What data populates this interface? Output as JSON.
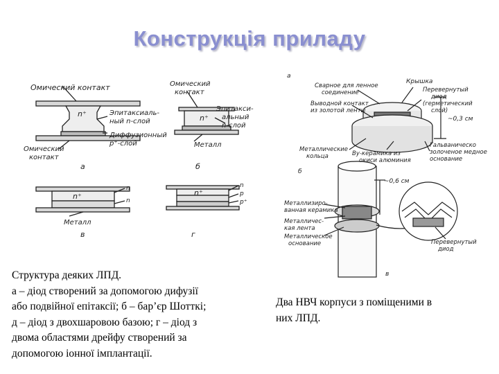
{
  "slide": {
    "title": "Конструкція приладу"
  },
  "left_figure": {
    "panel_a": {
      "label_ohmic_top": "Омический контакт",
      "label_n_plus": "n⁺",
      "label_epitaxial": [
        "Эпитаксиаль-",
        "ный n-слой"
      ],
      "label_diffusion": [
        "Диффузионный",
        "p⁺-слой"
      ],
      "label_ohmic_bottom": [
        "Омический",
        "контакт"
      ],
      "panel_letter": "a"
    },
    "panel_b": {
      "label_ohmic": [
        "Омический",
        "контакт"
      ],
      "label_n_plus": "n⁺",
      "label_epitaxial": [
        "Эпитакси-",
        "альный",
        "n-слой"
      ],
      "label_metal": "Металл",
      "panel_letter": "б"
    },
    "panel_c": {
      "label_n_plus": "n⁺",
      "label_n": "n",
      "label_metal": "Металл",
      "panel_letter": "в"
    },
    "panel_d": {
      "label_n_plus": "n⁺",
      "label_n": "n",
      "label_p": "p",
      "label_p_plus": "p⁺",
      "panel_letter": "г"
    }
  },
  "right_figure": {
    "top": {
      "panel_letter": "а",
      "label_lid": "Крышка",
      "label_weld": [
        "Сварное для ленное",
        "соединение"
      ],
      "label_lead": [
        "Выводной контакт",
        "из золотой ленты"
      ],
      "label_inverted": [
        "Перевернутый",
        "диод",
        "(гермети­ческий",
        "слой)"
      ],
      "label_dim": "~0,3 см",
      "label_metal_rings": [
        "Металлические",
        "кольца"
      ],
      "label_ceramic": [
        "Ву-керамика из",
        "окиси алюминия"
      ],
      "label_galvanic": [
        "Гальваническо",
        "золоченое медное",
        "основание"
      ]
    },
    "bottom": {
      "panel_letter": "б",
      "label_dim": "~0,6 см",
      "label_metallized": [
        "Металлизиро-",
        "ванная керамика"
      ],
      "label_metal_tape": [
        "Металличес-",
        "кая лента"
      ],
      "label_metal_base": [
        "Металлическое",
        "основание"
      ],
      "label_inverted": [
        "Перевернутый",
        "диод"
      ],
      "panel_letter_bottom": "в"
    }
  },
  "captions": {
    "left": [
      "Структура деяких ЛПД.",
      "а – діод створений за допомогою дифузії",
      "або подвійної епітаксії; б – бар’єр Шотткі;",
      "д – діод з двохшаровою базою; г – діод з",
      "двома областями дрейфу створений за",
      "допомогою іонної імплантації."
    ],
    "right": [
      "Два НВЧ корпуси з поміщеними в",
      "них ЛПД."
    ]
  }
}
